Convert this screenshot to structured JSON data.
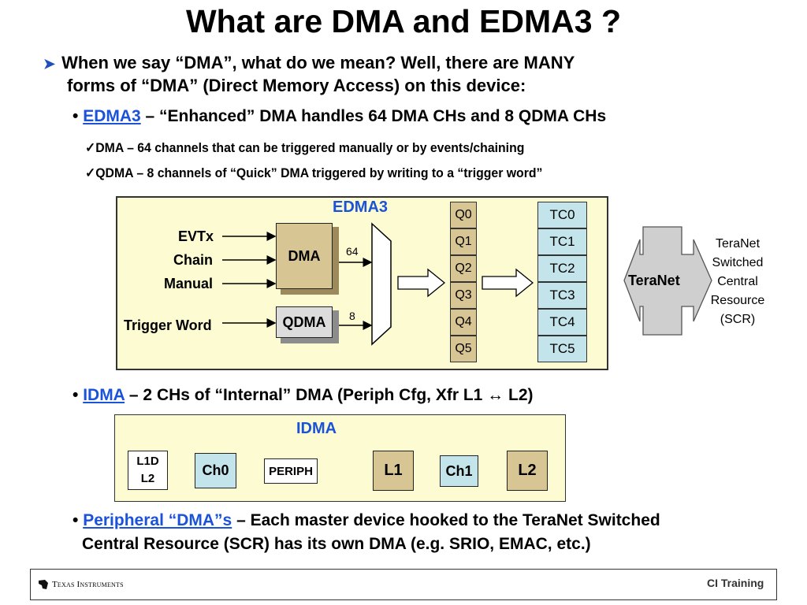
{
  "title": "What are DMA and EDMA3 ?",
  "intro": {
    "line1": "When we say “DMA”, what do we mean? Well, there are MANY",
    "line2": "forms of “DMA” (Direct Memory Access) on this device:"
  },
  "edma3_bullet": {
    "link": "EDMA3",
    "text": " – “Enhanced” DMA handles 64 DMA CHs and 8 QDMA CHs",
    "sub1": "DMA – 64 channels that can be triggered manually or by events/chaining",
    "sub2": "QDMA – 8 channels of “Quick” DMA triggered by writing to a “trigger word”"
  },
  "edma3_diagram": {
    "title": "EDMA3",
    "inputs": [
      "EVTx",
      "Chain",
      "Manual",
      "Trigger Word"
    ],
    "dma_label": "DMA",
    "qdma_label": "QDMA",
    "dma_count": "64",
    "qdma_count": "8",
    "queues": [
      "Q0",
      "Q1",
      "Q2",
      "Q3",
      "Q4",
      "Q5"
    ],
    "tcs": [
      "TC0",
      "TC1",
      "TC2",
      "TC3",
      "TC4",
      "TC5"
    ]
  },
  "teranet": {
    "label": "TeraNet",
    "desc": [
      "TeraNet",
      "Switched",
      "Central",
      "Resource",
      "(SCR)"
    ]
  },
  "idma_bullet": {
    "link": "IDMA",
    "text": " – 2 CHs of “Internal” DMA (Periph Cfg, Xfr L1 ↔ L2)"
  },
  "idma_diagram": {
    "title": "IDMA",
    "l1d": "L1D",
    "l2_small": "L2",
    "ch0": "Ch0",
    "periph": "PERIPH",
    "l1": "L1",
    "ch1": "Ch1",
    "l2": "L2"
  },
  "periph_bullet": {
    "link": "Peripheral “DMA”s",
    "text": " – Each master device hooked to the TeraNet Switched",
    "line2": "Central Resource (SCR) has its own DMA (e.g. SRIO, EMAC, etc.)"
  },
  "footer": {
    "brand": "Texas Instruments",
    "right": "CI Training"
  },
  "colors": {
    "accent_blue": "#1a52d8",
    "panel_bg": "#fdfbd2",
    "tan": "#d8c594",
    "cyan": "#c3e4ea"
  }
}
